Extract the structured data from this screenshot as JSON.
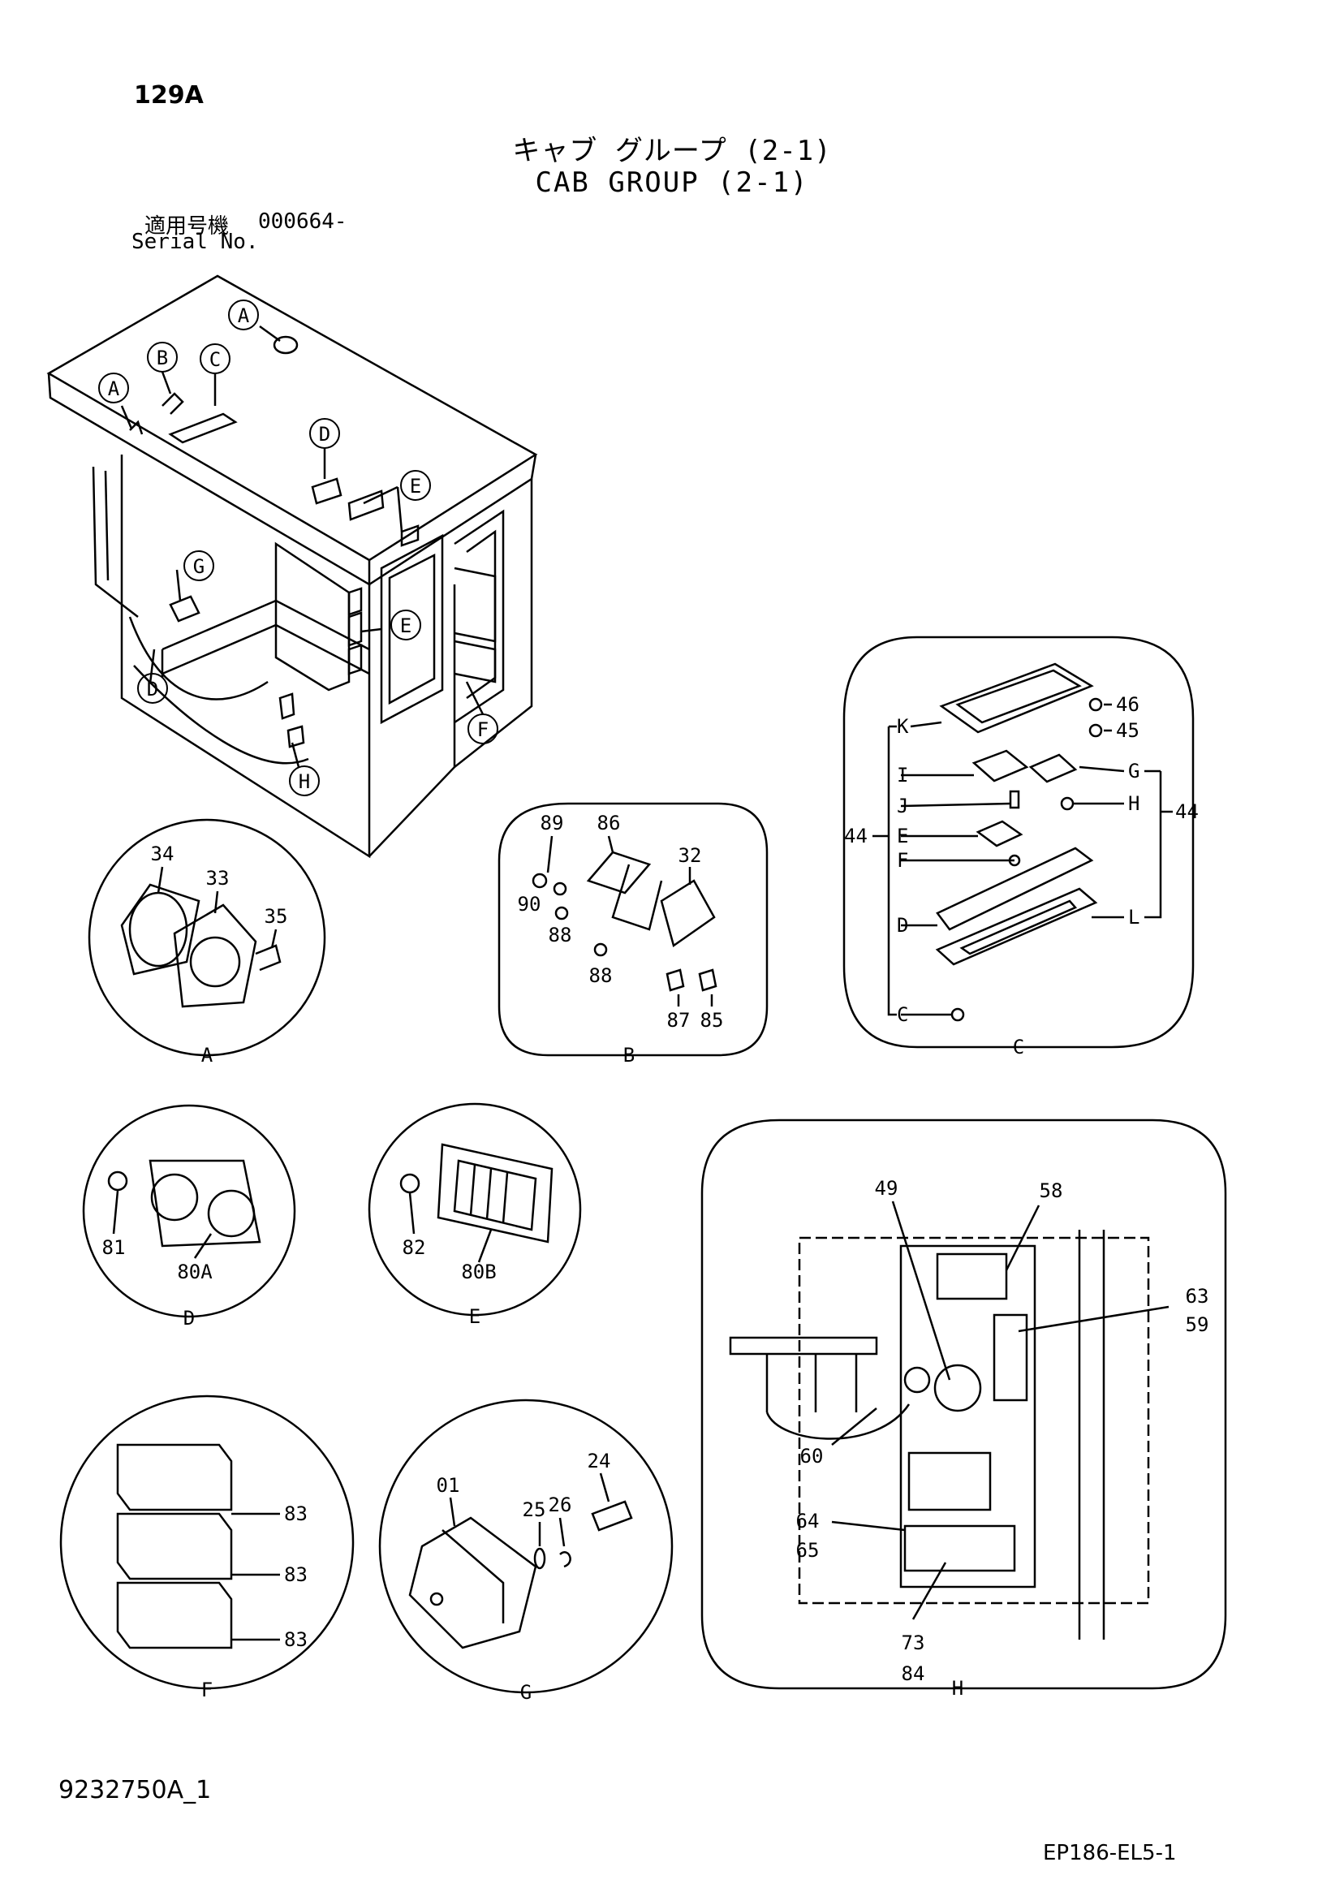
{
  "header": {
    "page_number": "129A",
    "title_jp": "キャブ グループ (2-1)",
    "title_en": "CAB GROUP (2-1)",
    "serial_label_jp": "適用号機",
    "serial_number": "000664-",
    "serial_label_en": "Serial No."
  },
  "main_view": {
    "callouts": [
      "A",
      "A",
      "B",
      "C",
      "D",
      "E",
      "E",
      "G",
      "D",
      "H",
      "F"
    ]
  },
  "detail_views": [
    {
      "id": "A",
      "parts": [
        "34",
        "33",
        "35"
      ]
    },
    {
      "id": "B",
      "parts": [
        "89",
        "86",
        "32",
        "90",
        "88",
        "88",
        "87",
        "85"
      ]
    },
    {
      "id": "C",
      "parts": [
        "46",
        "45",
        "44",
        "44"
      ],
      "letters": [
        "K",
        "I",
        "J",
        "E",
        "F",
        "D",
        "C",
        "G",
        "H",
        "L"
      ]
    },
    {
      "id": "D",
      "parts": [
        "81",
        "80A"
      ]
    },
    {
      "id": "E",
      "parts": [
        "82",
        "80B"
      ]
    },
    {
      "id": "H",
      "parts": [
        "49",
        "58",
        "63",
        "59",
        "60",
        "64",
        "65",
        "73",
        "84"
      ]
    },
    {
      "id": "F",
      "parts": [
        "83",
        "83",
        "83"
      ]
    },
    {
      "id": "G",
      "parts": [
        "01",
        "25",
        "26",
        "24"
      ]
    }
  ],
  "footer": {
    "doc_number": "9232750A_1",
    "figure_code": "EP186-EL5-1"
  }
}
